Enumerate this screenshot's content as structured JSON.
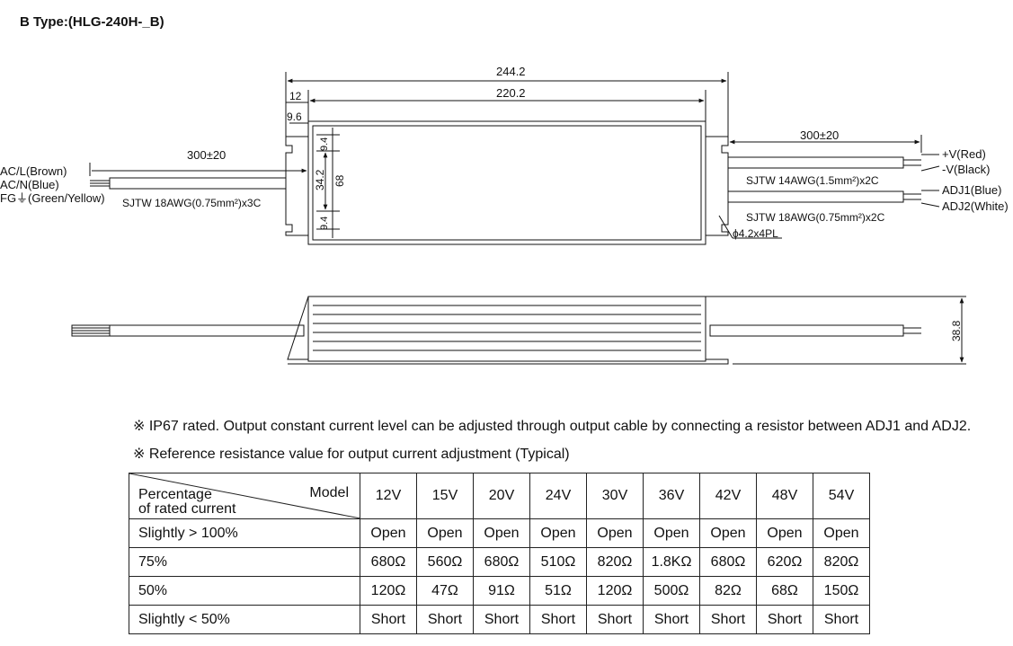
{
  "title": "B Type:(HLG-240H-_B)",
  "drawing": {
    "dim_total_length": "244.2",
    "dim_body_length": "220.2",
    "dim_flange": "12",
    "dim_flange_inner": "9.6",
    "dim_input_cable": "300±20",
    "dim_output_cable": "300±20",
    "dim_slot_top": "9.4",
    "dim_slot_bottom": "9.4",
    "dim_slot_pitch": "34.2",
    "dim_width": "68",
    "dim_height": "38.8",
    "wire_ac_l": "AC/L(Brown)",
    "wire_ac_n": "AC/N(Blue)",
    "wire_fg": "FG⏚(Green/Yellow)",
    "cable_input": "SJTW 18AWG(0.75mm²)x3C",
    "cable_output_power": "SJTW 14AWG(1.5mm²)x2C",
    "cable_output_adj": "SJTW 18AWG(0.75mm²)x2C",
    "wire_vplus": "+V(Red)",
    "wire_vminus": "-V(Black)",
    "wire_adj1": "ADJ1(Blue)",
    "wire_adj2": "ADJ2(White)",
    "mount_holes": "ϕ4.2x4PL"
  },
  "notes": {
    "note1": "※ IP67 rated. Output constant current level can be adjusted through output cable by connecting a resistor between ADJ1 and ADJ2.",
    "note2": "※ Reference resistance value for output current adjustment (Typical)"
  },
  "table": {
    "header_model": "Model",
    "header_pct_line1": "Percentage",
    "header_pct_line2": "of rated current",
    "models": [
      "12V",
      "15V",
      "20V",
      "24V",
      "30V",
      "36V",
      "42V",
      "48V",
      "54V"
    ],
    "rows": [
      {
        "label": "Slightly > 100%",
        "values": [
          "Open",
          "Open",
          "Open",
          "Open",
          "Open",
          "Open",
          "Open",
          "Open",
          "Open"
        ]
      },
      {
        "label": "75%",
        "values": [
          "680Ω",
          "560Ω",
          "680Ω",
          "510Ω",
          "820Ω",
          "1.8KΩ",
          "680Ω",
          "620Ω",
          "820Ω"
        ]
      },
      {
        "label": "50%",
        "values": [
          "120Ω",
          "47Ω",
          "91Ω",
          "51Ω",
          "120Ω",
          "500Ω",
          "82Ω",
          "68Ω",
          "150Ω"
        ]
      },
      {
        "label": "Slightly < 50%",
        "values": [
          "Short",
          "Short",
          "Short",
          "Short",
          "Short",
          "Short",
          "Short",
          "Short",
          "Short"
        ]
      }
    ]
  }
}
